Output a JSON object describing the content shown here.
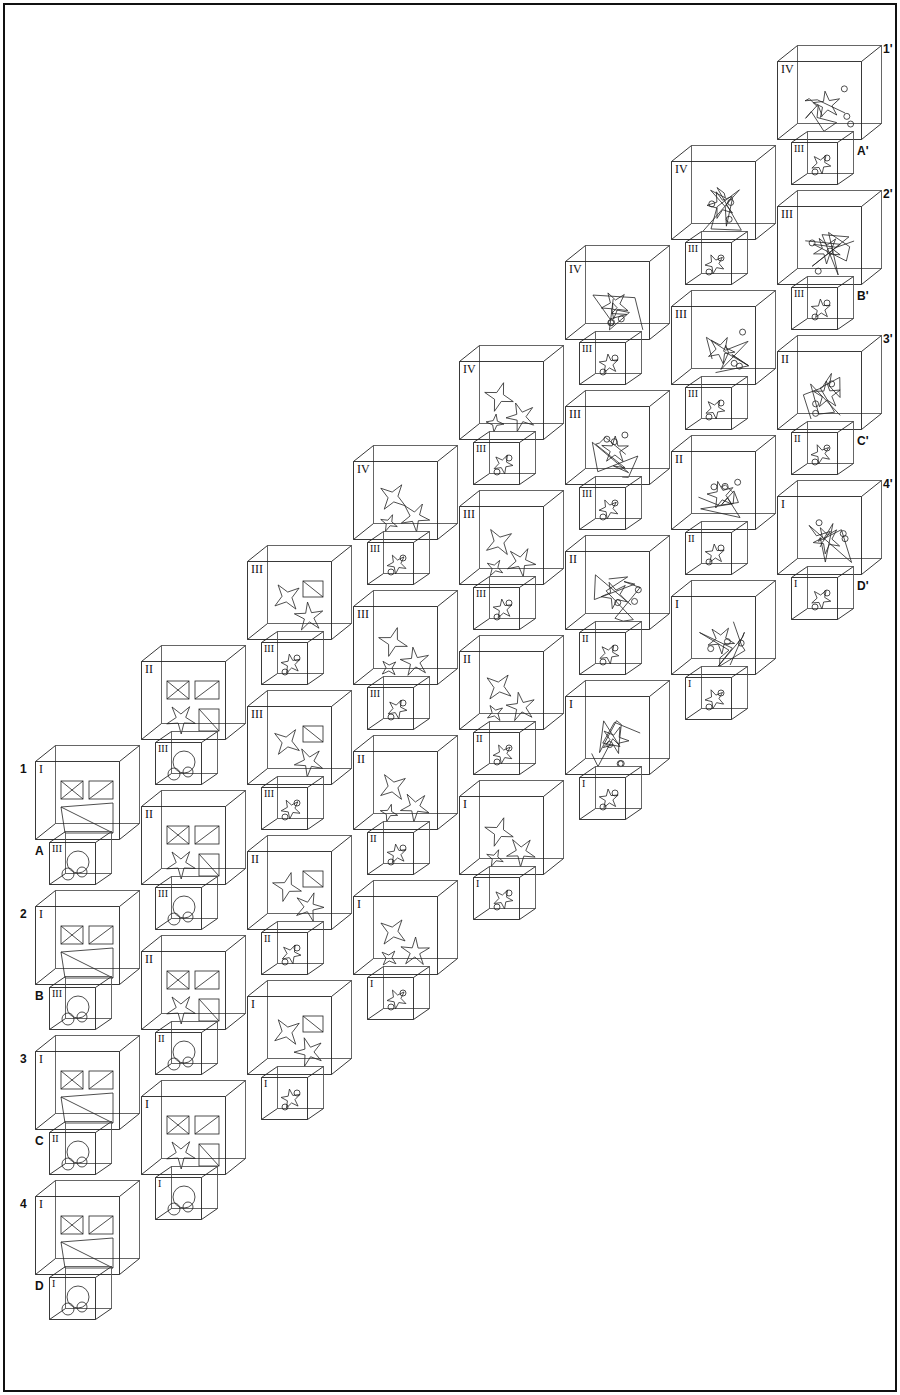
{
  "diagram": {
    "nodes": [
      {
        "text": [
          "I"
        ]
      },
      {
        "text": [
          "III"
        ]
      },
      {
        "text": [
          "I"
        ]
      },
      {
        "text": [
          "III"
        ]
      },
      {
        "text": [
          "I"
        ]
      },
      {
        "text": [
          "II"
        ]
      },
      {
        "text": [
          "I"
        ]
      },
      {
        "text": [
          "I"
        ]
      },
      {
        "text": [
          "II"
        ]
      },
      {
        "text": [
          "III"
        ]
      },
      {
        "text": [
          "II"
        ]
      },
      {
        "text": [
          "III"
        ]
      },
      {
        "text": [
          "II"
        ]
      },
      {
        "text": [
          "II"
        ]
      },
      {
        "text": [
          "I"
        ]
      },
      {
        "text": [
          "I"
        ]
      },
      {
        "text": [
          "III"
        ]
      },
      {
        "text": [
          "III"
        ]
      },
      {
        "text": [
          "III"
        ]
      },
      {
        "text": [
          "III"
        ]
      },
      {
        "text": [
          "II"
        ]
      },
      {
        "text": [
          "II"
        ]
      },
      {
        "text": [
          "I"
        ]
      },
      {
        "text": [
          "I"
        ]
      },
      {
        "text": [
          "IV"
        ]
      },
      {
        "text": [
          "III"
        ]
      },
      {
        "text": [
          "III"
        ]
      },
      {
        "text": [
          "III"
        ]
      },
      {
        "text": [
          "II"
        ]
      },
      {
        "text": [
          "II"
        ]
      },
      {
        "text": [
          "I"
        ]
      },
      {
        "text": [
          "I"
        ]
      },
      {
        "text": [
          "IV"
        ]
      },
      {
        "text": [
          "III"
        ]
      },
      {
        "text": [
          "III"
        ]
      },
      {
        "text": [
          "III"
        ]
      },
      {
        "text": [
          "II"
        ]
      },
      {
        "text": [
          "II"
        ]
      },
      {
        "text": [
          "I"
        ]
      },
      {
        "text": [
          "I"
        ]
      },
      {
        "text": [
          "IV"
        ]
      },
      {
        "text": [
          "III"
        ]
      },
      {
        "text": [
          "III"
        ]
      },
      {
        "text": [
          "III"
        ]
      },
      {
        "text": [
          "II"
        ]
      },
      {
        "text": [
          "II"
        ]
      },
      {
        "text": [
          "I"
        ]
      },
      {
        "text": [
          "I"
        ]
      },
      {
        "text": [
          "IV"
        ]
      },
      {
        "text": [
          "III"
        ]
      },
      {
        "text": [
          "III"
        ]
      },
      {
        "text": [
          "III"
        ]
      },
      {
        "text": [
          "II"
        ]
      },
      {
        "text": [
          "II"
        ]
      },
      {
        "text": [
          "I"
        ]
      },
      {
        "text": [
          "I"
        ]
      },
      {
        "text": [
          "IV"
        ]
      },
      {
        "text": [
          "III"
        ]
      },
      {
        "text": [
          "III"
        ]
      },
      {
        "text": [
          "III"
        ]
      },
      {
        "text": [
          "II"
        ]
      },
      {
        "text": [
          "II"
        ]
      },
      {
        "text": [
          "I"
        ]
      },
      {
        "text": [
          "I"
        ]
      }
    ],
    "labels": [
      "1",
      "A",
      "2",
      "B",
      "3",
      "C",
      "4",
      "D",
      "1'",
      "A'",
      "2'",
      "B'",
      "3'",
      "C'",
      "4'",
      "D'"
    ]
  }
}
